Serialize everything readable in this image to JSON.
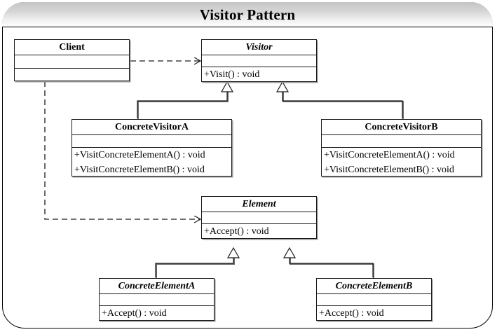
{
  "diagram": {
    "title": "Visitor Pattern",
    "kind": "uml-class-diagram",
    "colors": {
      "line": "#1a1a1a",
      "shadow": "#9a9a9a",
      "box_fill": "#ffffff",
      "title_gradient_top": "#c4c4c4",
      "title_gradient_bottom": "#ffffff",
      "page": "#ffffff"
    }
  },
  "classes": {
    "client": {
      "name": "Client",
      "abstract": false,
      "attributes": [],
      "operations": []
    },
    "visitor": {
      "name": "Visitor",
      "abstract": true,
      "attributes": [],
      "operations": [
        "+Visit() : void"
      ]
    },
    "concrete_visitor_a": {
      "name": "ConcreteVisitorA",
      "abstract": false,
      "attributes": [],
      "operations": [
        "+VisitConcreteElementA() : void",
        "+VisitConcreteElementB() : void"
      ]
    },
    "concrete_visitor_b": {
      "name": "ConcreteVisitorB",
      "abstract": false,
      "attributes": [],
      "operations": [
        "+VisitConcreteElementA() : void",
        "+VisitConcreteElementB() : void"
      ]
    },
    "element": {
      "name": "Element",
      "abstract": true,
      "attributes": [],
      "operations": [
        "+Accept() : void"
      ]
    },
    "concrete_element_a": {
      "name": "ConcreteElementA",
      "abstract": true,
      "attributes": [],
      "operations": [
        "+Accept() : void"
      ]
    },
    "concrete_element_b": {
      "name": "ConcreteElementB",
      "abstract": true,
      "attributes": [],
      "operations": [
        "+Accept() : void"
      ]
    }
  },
  "relationships": [
    {
      "id": "client-to-visitor",
      "type": "dependency",
      "style": "dashed-open-arrow",
      "from": "client",
      "to": "visitor"
    },
    {
      "id": "client-to-element",
      "type": "dependency",
      "style": "dashed-open-arrow",
      "from": "client",
      "to": "element"
    },
    {
      "id": "cva-to-visitor",
      "type": "generalization",
      "style": "solid-hollow-triangle",
      "from": "concrete_visitor_a",
      "to": "visitor"
    },
    {
      "id": "cvb-to-visitor",
      "type": "generalization",
      "style": "solid-hollow-triangle",
      "from": "concrete_visitor_b",
      "to": "visitor"
    },
    {
      "id": "cea-to-element",
      "type": "generalization",
      "style": "solid-hollow-triangle",
      "from": "concrete_element_a",
      "to": "element"
    },
    {
      "id": "ceb-to-element",
      "type": "generalization",
      "style": "solid-hollow-triangle",
      "from": "concrete_element_b",
      "to": "element"
    }
  ]
}
